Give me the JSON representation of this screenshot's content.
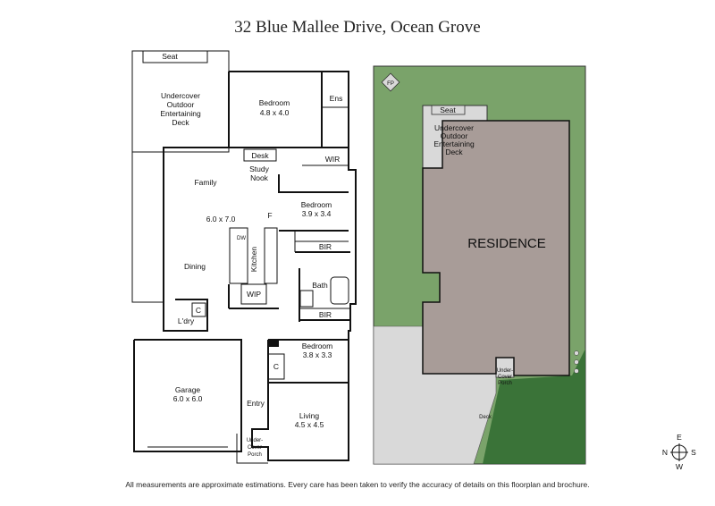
{
  "title": "32 Blue Mallee Drive, Ocean Grove",
  "disclaimer": "All measurements are approximate estimations. Every care has been taken to verify the accuracy of details on this floorplan and brochure.",
  "floorplan": {
    "seat": "Seat",
    "deck_line1": "Undercover",
    "deck_line2": "Outdoor",
    "deck_line3": "Entertaining",
    "deck_line4": "Deck",
    "bedroom1": "Bedroom",
    "bedroom1_size": "4.8 x 4.0",
    "ens": "Ens",
    "wir": "WIR",
    "desk": "Desk",
    "study_line1": "Study",
    "study_line2": "Nook",
    "family": "Family",
    "family_size": "6.0 x 7.0",
    "f": "F",
    "dw": "DW",
    "kitchen": "Kitchen",
    "dining": "Dining",
    "wip": "WIP",
    "bedroom2": "Bedroom",
    "bedroom2_size": "3.9 x 3.4",
    "bir1": "BIR",
    "bath": "Bath",
    "bir2": "BIR",
    "ldry": "L'dry",
    "c1": "C",
    "c2": "C",
    "bedroom3": "Bedroom",
    "bedroom3_size": "3.8 x 3.3",
    "garage": "Garage",
    "garage_size": "6.0 x 6.0",
    "entry": "Entry",
    "living": "Living",
    "living_size": "4.5 x 4.5",
    "porch_line1": "Under-",
    "porch_line2": "Cover",
    "porch_line3": "Porch"
  },
  "siteplan": {
    "fp": "FP",
    "seat": "Seat",
    "deck_line1": "Undercover",
    "deck_line2": "Outdoor",
    "deck_line3": "Entertaining",
    "deck_line4": "Deck",
    "residence": "RESIDENCE",
    "porch_line1": "Under-",
    "porch_line2": "Cover",
    "porch_line3": "Porch",
    "deck": "Deck"
  },
  "compass": {
    "n": "N",
    "e": "E",
    "s": "S",
    "w": "W"
  },
  "colors": {
    "lawn": "#7aa36a",
    "residence": "#a89c98",
    "paving": "#d9d9d9",
    "garden": "#2f6b2f"
  }
}
